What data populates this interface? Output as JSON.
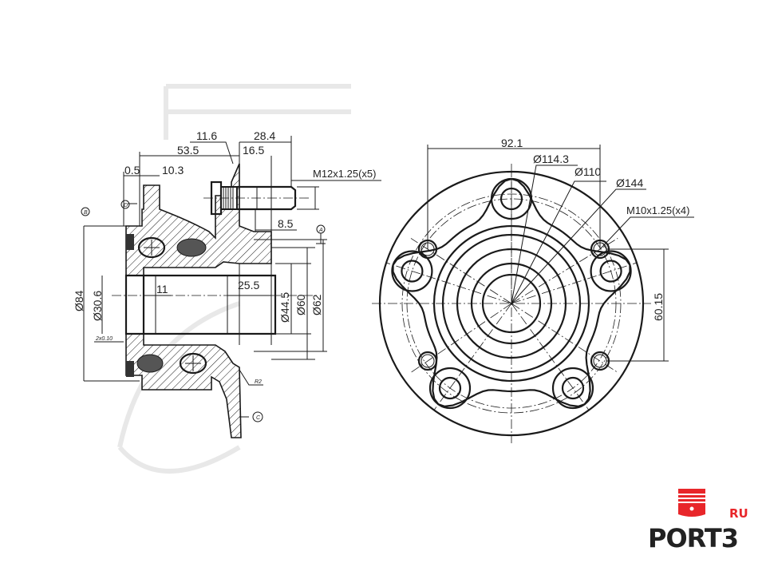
{
  "drawing": {
    "side_view": {
      "dims": {
        "d_11_6": "11.6",
        "d_28_4": "28.4",
        "d_53_5": "53.5",
        "d_16_5": "16.5",
        "d_0_5": "0.5",
        "d_10_3": "10.3",
        "stud_thread": "M12x1.25(x5)",
        "d_8_5": "8.5",
        "d_84": "Ø84",
        "d_30_6": "Ø30.6",
        "d_11": "11",
        "d_25_5": "25.5",
        "d_44_5": "Ø44.5",
        "d_60": "Ø60",
        "d_62": "Ø62",
        "chamfer": "2x0.10",
        "radius": "R2"
      },
      "datums": {
        "a": "A",
        "b": "B",
        "c": "C",
        "d": "D"
      }
    },
    "front_view": {
      "dims": {
        "d_92_1": "92.1",
        "pcd": "Ø114.3",
        "d_110": "Ø110",
        "d_144": "Ø144",
        "hole_thread": "M10x1.25(x4)",
        "d_60_15": "60.15"
      }
    }
  },
  "logo": {
    "text": "PORT3",
    "suffix": "RU",
    "accent": "#e8262a"
  }
}
